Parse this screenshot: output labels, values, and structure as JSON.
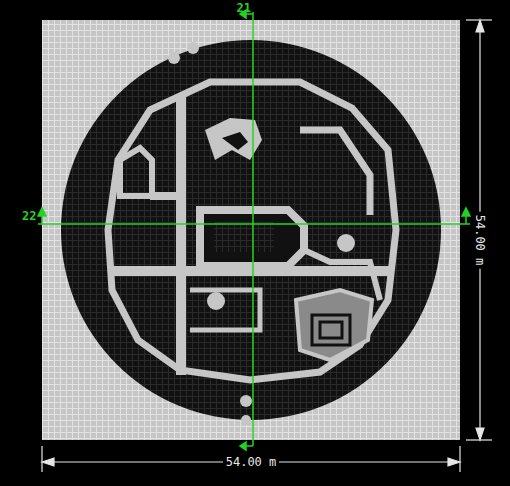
{
  "diagram": {
    "labels": [
      "21",
      "22",
      "54.00 m",
      "54.00 m"
    ]
  }
}
